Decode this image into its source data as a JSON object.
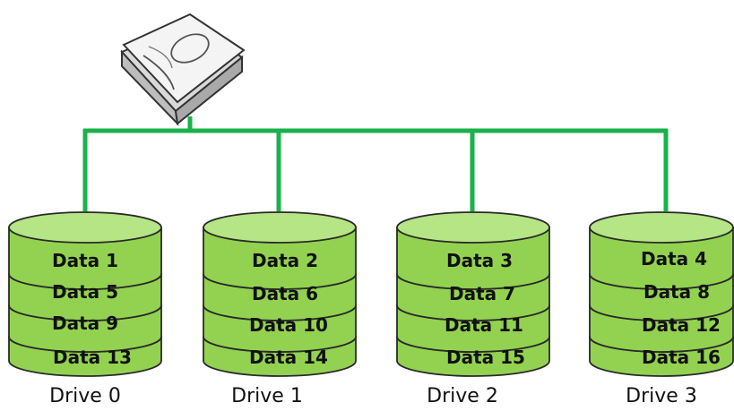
{
  "diagram": {
    "colors": {
      "bus": "#19b24b",
      "disk_body": "#93d250",
      "disk_top": "#b5e585",
      "outline": "#2a2a2a",
      "text": "#111111"
    },
    "host_icon": "hard-disk-icon",
    "drives": [
      {
        "label": "Drive 0",
        "blocks": [
          "Data 1",
          "Data 5",
          "Data 9",
          "Data 13"
        ]
      },
      {
        "label": "Drive 1",
        "blocks": [
          "Data 2",
          "Data 6",
          "Data 10",
          "Data 14"
        ]
      },
      {
        "label": "Drive 2",
        "blocks": [
          "Data 3",
          "Data 7",
          "Data 11",
          "Data 15"
        ]
      },
      {
        "label": "Drive 3",
        "blocks": [
          "Data 4",
          "Data 8",
          "Data 12",
          "Data 16"
        ]
      }
    ]
  }
}
